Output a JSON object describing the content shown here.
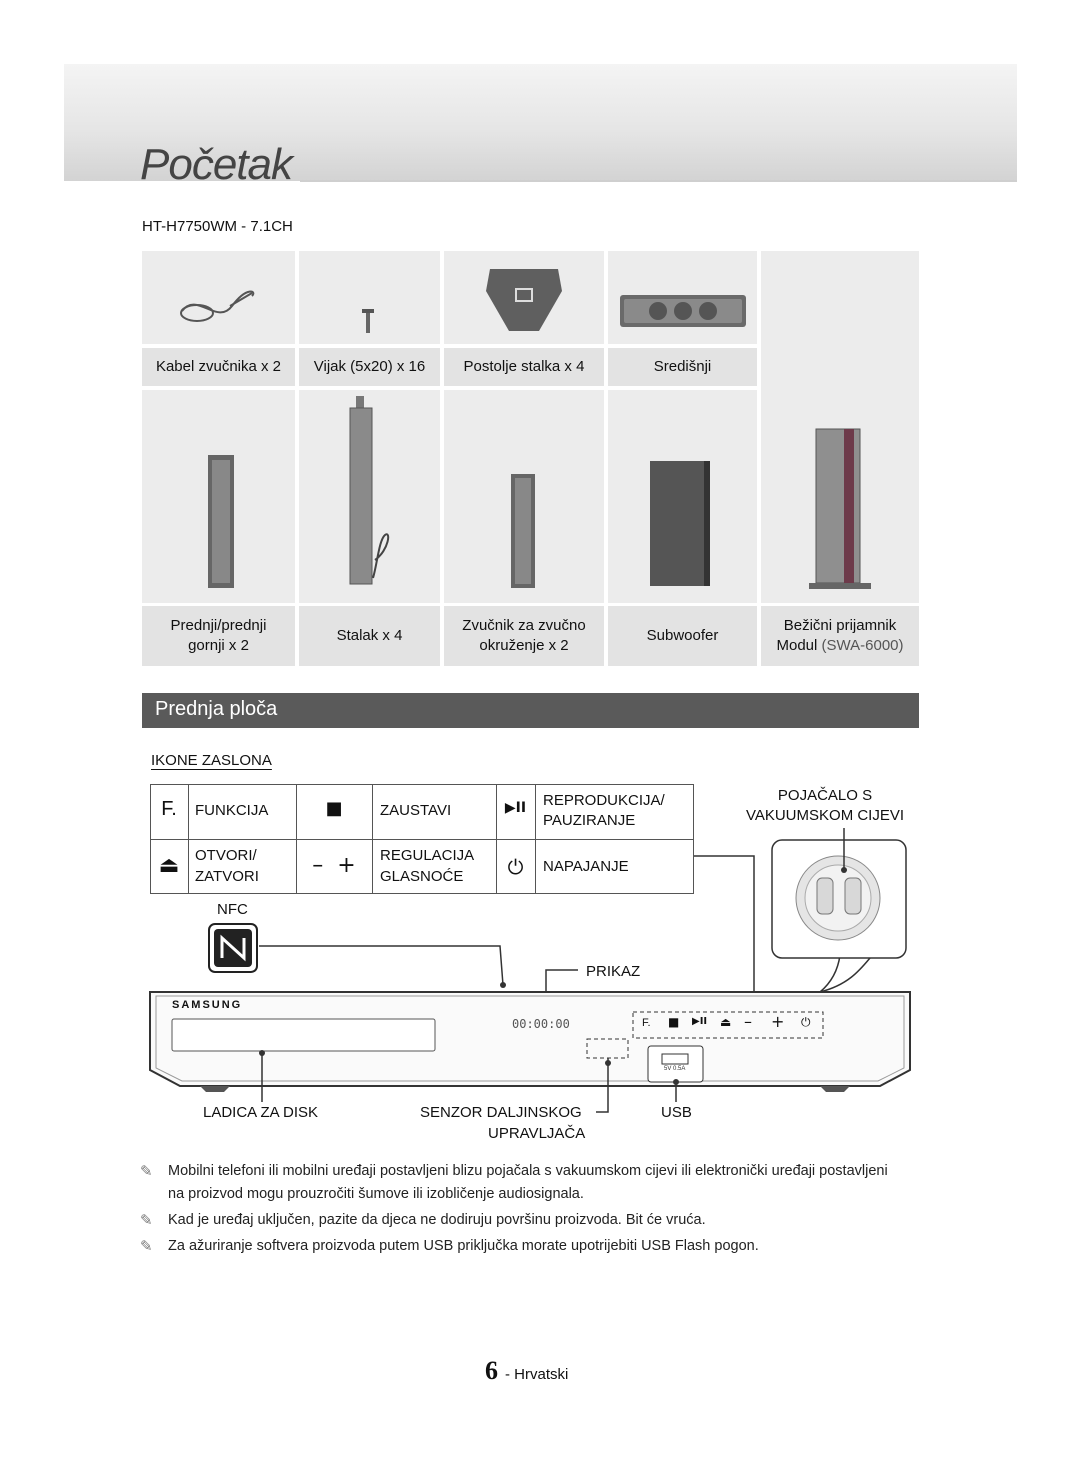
{
  "header": {
    "title": "Početak"
  },
  "model": "HT-H7750WM - 7.1CH",
  "components": {
    "row1": [
      {
        "label": "Kabel zvučnika x 2",
        "icon": "speaker-cable-icon"
      },
      {
        "label": "Vijak (5x20) x 16",
        "icon": "screw-icon"
      },
      {
        "label": "Postolje stalka x 4",
        "icon": "stand-base-icon"
      },
      {
        "label": "Središnji",
        "icon": "center-speaker-icon"
      }
    ],
    "row2": [
      {
        "label_line1": "Prednji/prednji",
        "label_line2": "gornji x 2",
        "icon": "front-speaker-icon"
      },
      {
        "label": "Stalak x 4",
        "icon": "stand-icon"
      },
      {
        "label_line1": "Zvučnik za zvučno",
        "label_line2": "okruženje x 2",
        "icon": "surround-speaker-icon"
      },
      {
        "label": "Subwoofer",
        "icon": "subwoofer-icon"
      },
      {
        "label_line1": "Bežični prijamnik",
        "label_line2_a": "Modul ",
        "label_line2_b": "(SWA-6000)",
        "icon": "wireless-receiver-icon"
      }
    ]
  },
  "section": {
    "title": "Prednja ploča"
  },
  "icons_heading": "IKONE ZASLONA",
  "icons_table": {
    "funkcija": {
      "glyph": "F.",
      "label": "FUNKCIJA"
    },
    "zaustavi": {
      "glyph": "■",
      "label": "ZAUSTAVI"
    },
    "reprodukcija": {
      "glyph": "▶II",
      "label_line1": "REPRODUKCIJA/",
      "label_line2": "PAUZIRANJE"
    },
    "otvori": {
      "glyph": "⏏",
      "label_line1": "OTVORI/",
      "label_line2": "ZATVORI"
    },
    "regulacija": {
      "glyph": "–  +",
      "label_line1": "REGULACIJA",
      "label_line2": "GLASNOĆE"
    },
    "napajanje": {
      "glyph": "⏻",
      "label": "NAPAJANJE"
    }
  },
  "diagram": {
    "nfc": "NFC",
    "tube_line1": "POJAČALO S",
    "tube_line2": "VAKUUMSKOM CIJEVI",
    "prikaz": "PRIKAZ",
    "brand": "SAMSUNG",
    "display_text": "00:00:00",
    "panel_f": "F.",
    "usb_port_text": "5V 0.5A",
    "disc": "LADICA ZA DISK",
    "sensor_line1": "SENZOR DALJINSKOG",
    "sensor_line2": "UPRAVLJAČA",
    "usb": "USB"
  },
  "notes": [
    "Mobilni telefoni ili mobilni uređaji postavljeni blizu pojačala s vakuumskom cijevi ili elektronički uređaji postavljeni na proizvod mogu prouzročiti šumove ili izobličenje audiosignala.",
    "Kad je uređaj uključen, pazite da djeca ne dodiruju površinu proizvoda. Bit će vruća.",
    "Za ažuriranje softvera proizvoda putem USB priključka morate upotrijebiti USB Flash pogon."
  ],
  "note_icon": "pencil-note-icon",
  "footer": {
    "page_number": "6",
    "language": "- Hrvatski"
  }
}
